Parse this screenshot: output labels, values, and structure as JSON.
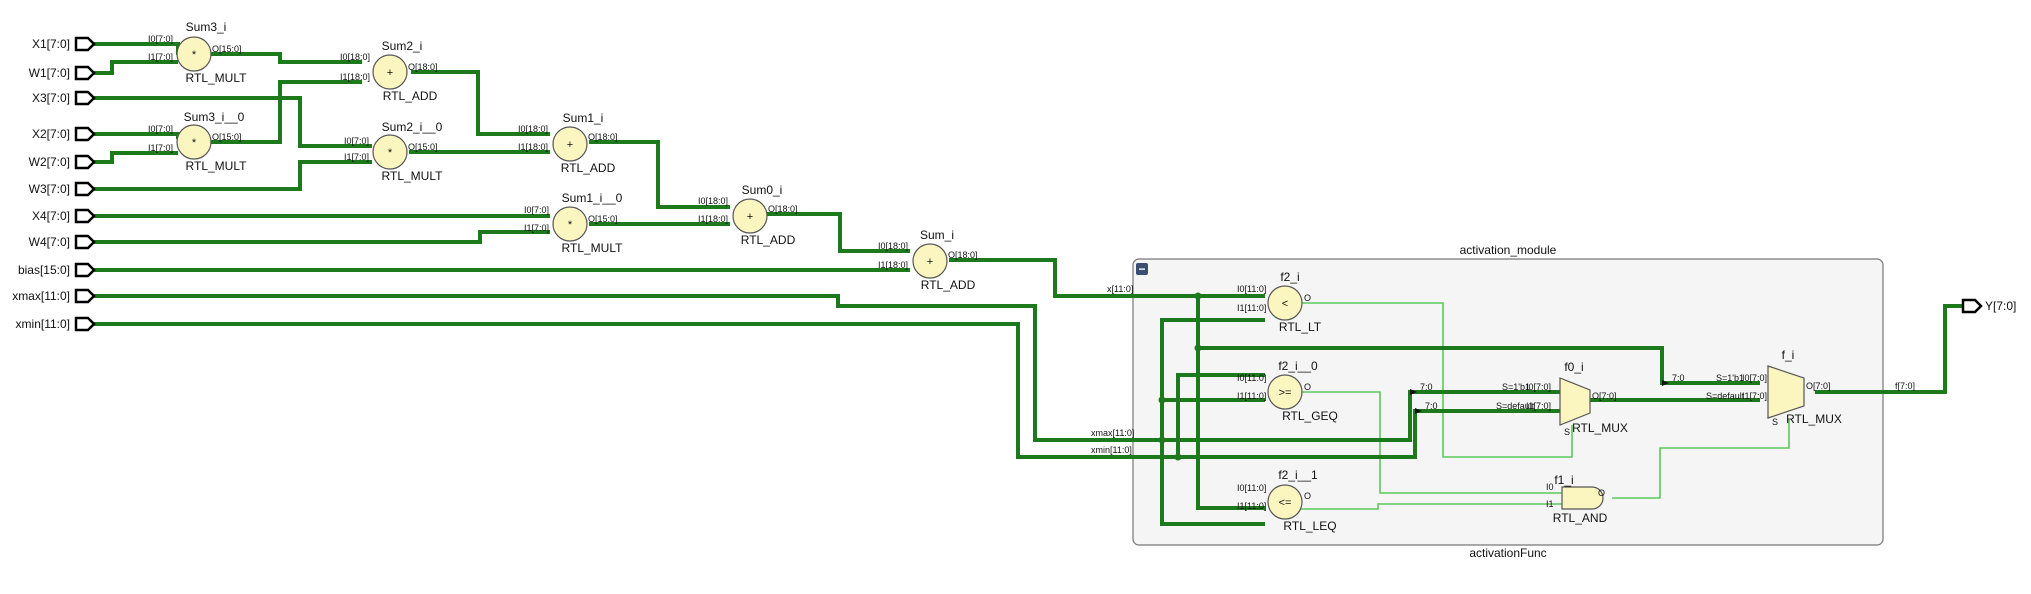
{
  "input_ports": [
    {
      "label": "X1[7:0]"
    },
    {
      "label": "W1[7:0]"
    },
    {
      "label": "X3[7:0]"
    },
    {
      "label": "X2[7:0]"
    },
    {
      "label": "W2[7:0]"
    },
    {
      "label": "W3[7:0]"
    },
    {
      "label": "X4[7:0]"
    },
    {
      "label": "W4[7:0]"
    },
    {
      "label": "bias[15:0]"
    },
    {
      "label": "xmax[11:0]"
    },
    {
      "label": "xmin[11:0]"
    }
  ],
  "output_ports": [
    {
      "label": "Y[7:0]"
    }
  ],
  "cells": {
    "sum3_i": {
      "name": "Sum3_i",
      "type": "RTL_MULT",
      "op": "*",
      "in0": "I0[7:0]",
      "in1": "I1[7:0]",
      "out": "O[15:0]"
    },
    "sum2_i": {
      "name": "Sum2_i",
      "type": "RTL_ADD",
      "op": "+",
      "in0": "I0[18:0]",
      "in1": "I1[18:0]",
      "out": "O[18:0]"
    },
    "sum3_i_0": {
      "name": "Sum3_i__0",
      "type": "RTL_MULT",
      "op": "*",
      "in0": "I0[7:0]",
      "in1": "I1[7:0]",
      "out": "O[15:0]"
    },
    "sum2_i_0": {
      "name": "Sum2_i__0",
      "type": "RTL_MULT",
      "op": "*",
      "in0": "I0[7:0]",
      "in1": "I1[7:0]",
      "out": "O[15:0]"
    },
    "sum1_i": {
      "name": "Sum1_i",
      "type": "RTL_ADD",
      "op": "+",
      "in0": "I0[18:0]",
      "in1": "I1[18:0]",
      "out": "O[18:0]"
    },
    "sum1_i_0": {
      "name": "Sum1_i__0",
      "type": "RTL_MULT",
      "op": "*",
      "in0": "I0[7:0]",
      "in1": "I1[7:0]",
      "out": "O[15:0]"
    },
    "sum0_i": {
      "name": "Sum0_i",
      "type": "RTL_ADD",
      "op": "+",
      "in0": "I0[18:0]",
      "in1": "I1[18:0]",
      "out": "O[18:0]"
    },
    "sum_i": {
      "name": "Sum_i",
      "type": "RTL_ADD",
      "op": "+",
      "in0": "I0[18:0]",
      "in1": "I1[18:0]",
      "out": "O[18:0]"
    },
    "f2_i": {
      "name": "f2_i",
      "type": "RTL_LT",
      "op": "<",
      "in0": "I0[11:0]",
      "in1": "I1[11:0]",
      "out": "O"
    },
    "f2_i_0": {
      "name": "f2_i__0",
      "type": "RTL_GEQ",
      "op": ">=",
      "in0": "I0[11:0]",
      "in1": "I1[11:0]",
      "out": "O"
    },
    "f2_i_1": {
      "name": "f2_i__1",
      "type": "RTL_LEQ",
      "op": "<=",
      "in0": "I0[11:0]",
      "in1": "I1[11:0]",
      "out": "O"
    },
    "f0_i": {
      "name": "f0_i",
      "type": "RTL_MUX",
      "in0": "I0[7:0]",
      "in1": "I1[7:0]",
      "sel0": "S=1'b1",
      "sel1": "S=default",
      "sel": "S",
      "out": "O[7:0]",
      "bus0": "7:0",
      "bus1": "7:0"
    },
    "f_i": {
      "name": "f_i",
      "type": "RTL_MUX",
      "in0": "I0[7:0]",
      "in1": "I1[7:0]",
      "sel0": "S=1'b1",
      "sel1": "S=default",
      "sel": "S",
      "out": "O[7:0]",
      "bus0": "7:0"
    },
    "f1_i": {
      "name": "f1_i",
      "type": "RTL_AND",
      "in0": "I0",
      "in1": "I1",
      "out": "O"
    }
  },
  "hierarchy": {
    "instance": "activation_module",
    "module": "activationFunc",
    "collapse_glyph": "−",
    "pins": {
      "x": "x[11:0]",
      "xmax": "xmax[11:0]",
      "xmin": "xmin[11:0]",
      "f": "f[7:0]"
    }
  },
  "colors": {
    "bus": "#1c7a1c",
    "net": "#5cc85c",
    "cell_fill": "#fbf6c0",
    "hier_fill": "#f5f5f5",
    "collapse_button": "#3a4f72"
  }
}
